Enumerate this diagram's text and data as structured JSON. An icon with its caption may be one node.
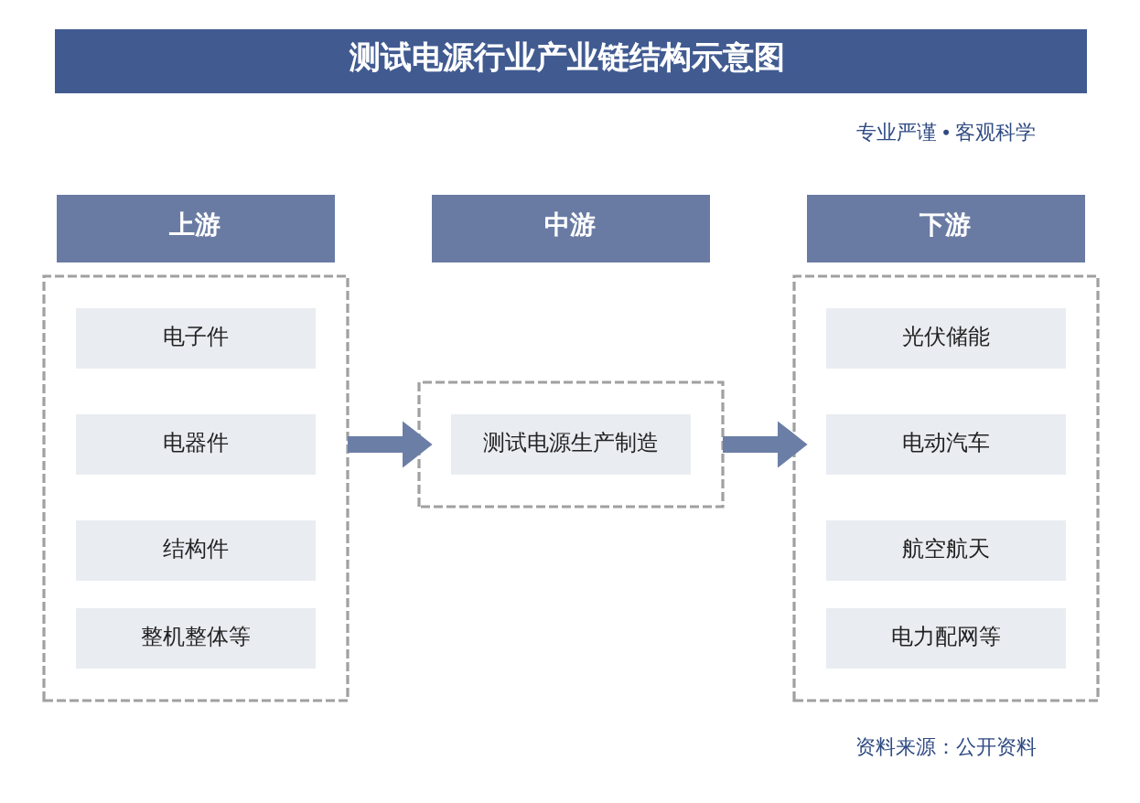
{
  "diagram": {
    "title": "测试电源行业产业链结构示意图",
    "nodes": [
      {
        "text": [
          "上游"
        ]
      },
      {
        "text": [
          "中游"
        ]
      },
      {
        "text": [
          "下游"
        ]
      },
      {
        "text": [],
        "shape": "box"
      },
      {
        "text": [
          "电子件"
        ],
        "in": 3
      },
      {
        "text": [
          "电器件"
        ],
        "in": 3
      },
      {
        "text": [
          "结构件"
        ],
        "in": 3
      },
      {
        "text": [
          "整机整体等"
        ],
        "in": 3
      },
      {
        "text": [],
        "shape": "box"
      },
      {
        "text": [
          "测试电源生产制造"
        ],
        "in": 8
      },
      {
        "text": [],
        "shape": "box"
      },
      {
        "text": [
          "光伏储能"
        ],
        "in": 10
      },
      {
        "text": [
          "电动汽车"
        ],
        "in": 10
      },
      {
        "text": [
          "航空航天"
        ],
        "in": 10
      },
      {
        "text": [
          "电力配网等"
        ],
        "in": 10
      }
    ],
    "edges": [
      {
        "from": 3,
        "to": 8,
        "arrow": "to"
      },
      {
        "from": 8,
        "to": 10,
        "arrow": "to"
      }
    ],
    "labels": [
      "专业严谨 • 客观科学",
      "资料来源：公开资料"
    ]
  }
}
